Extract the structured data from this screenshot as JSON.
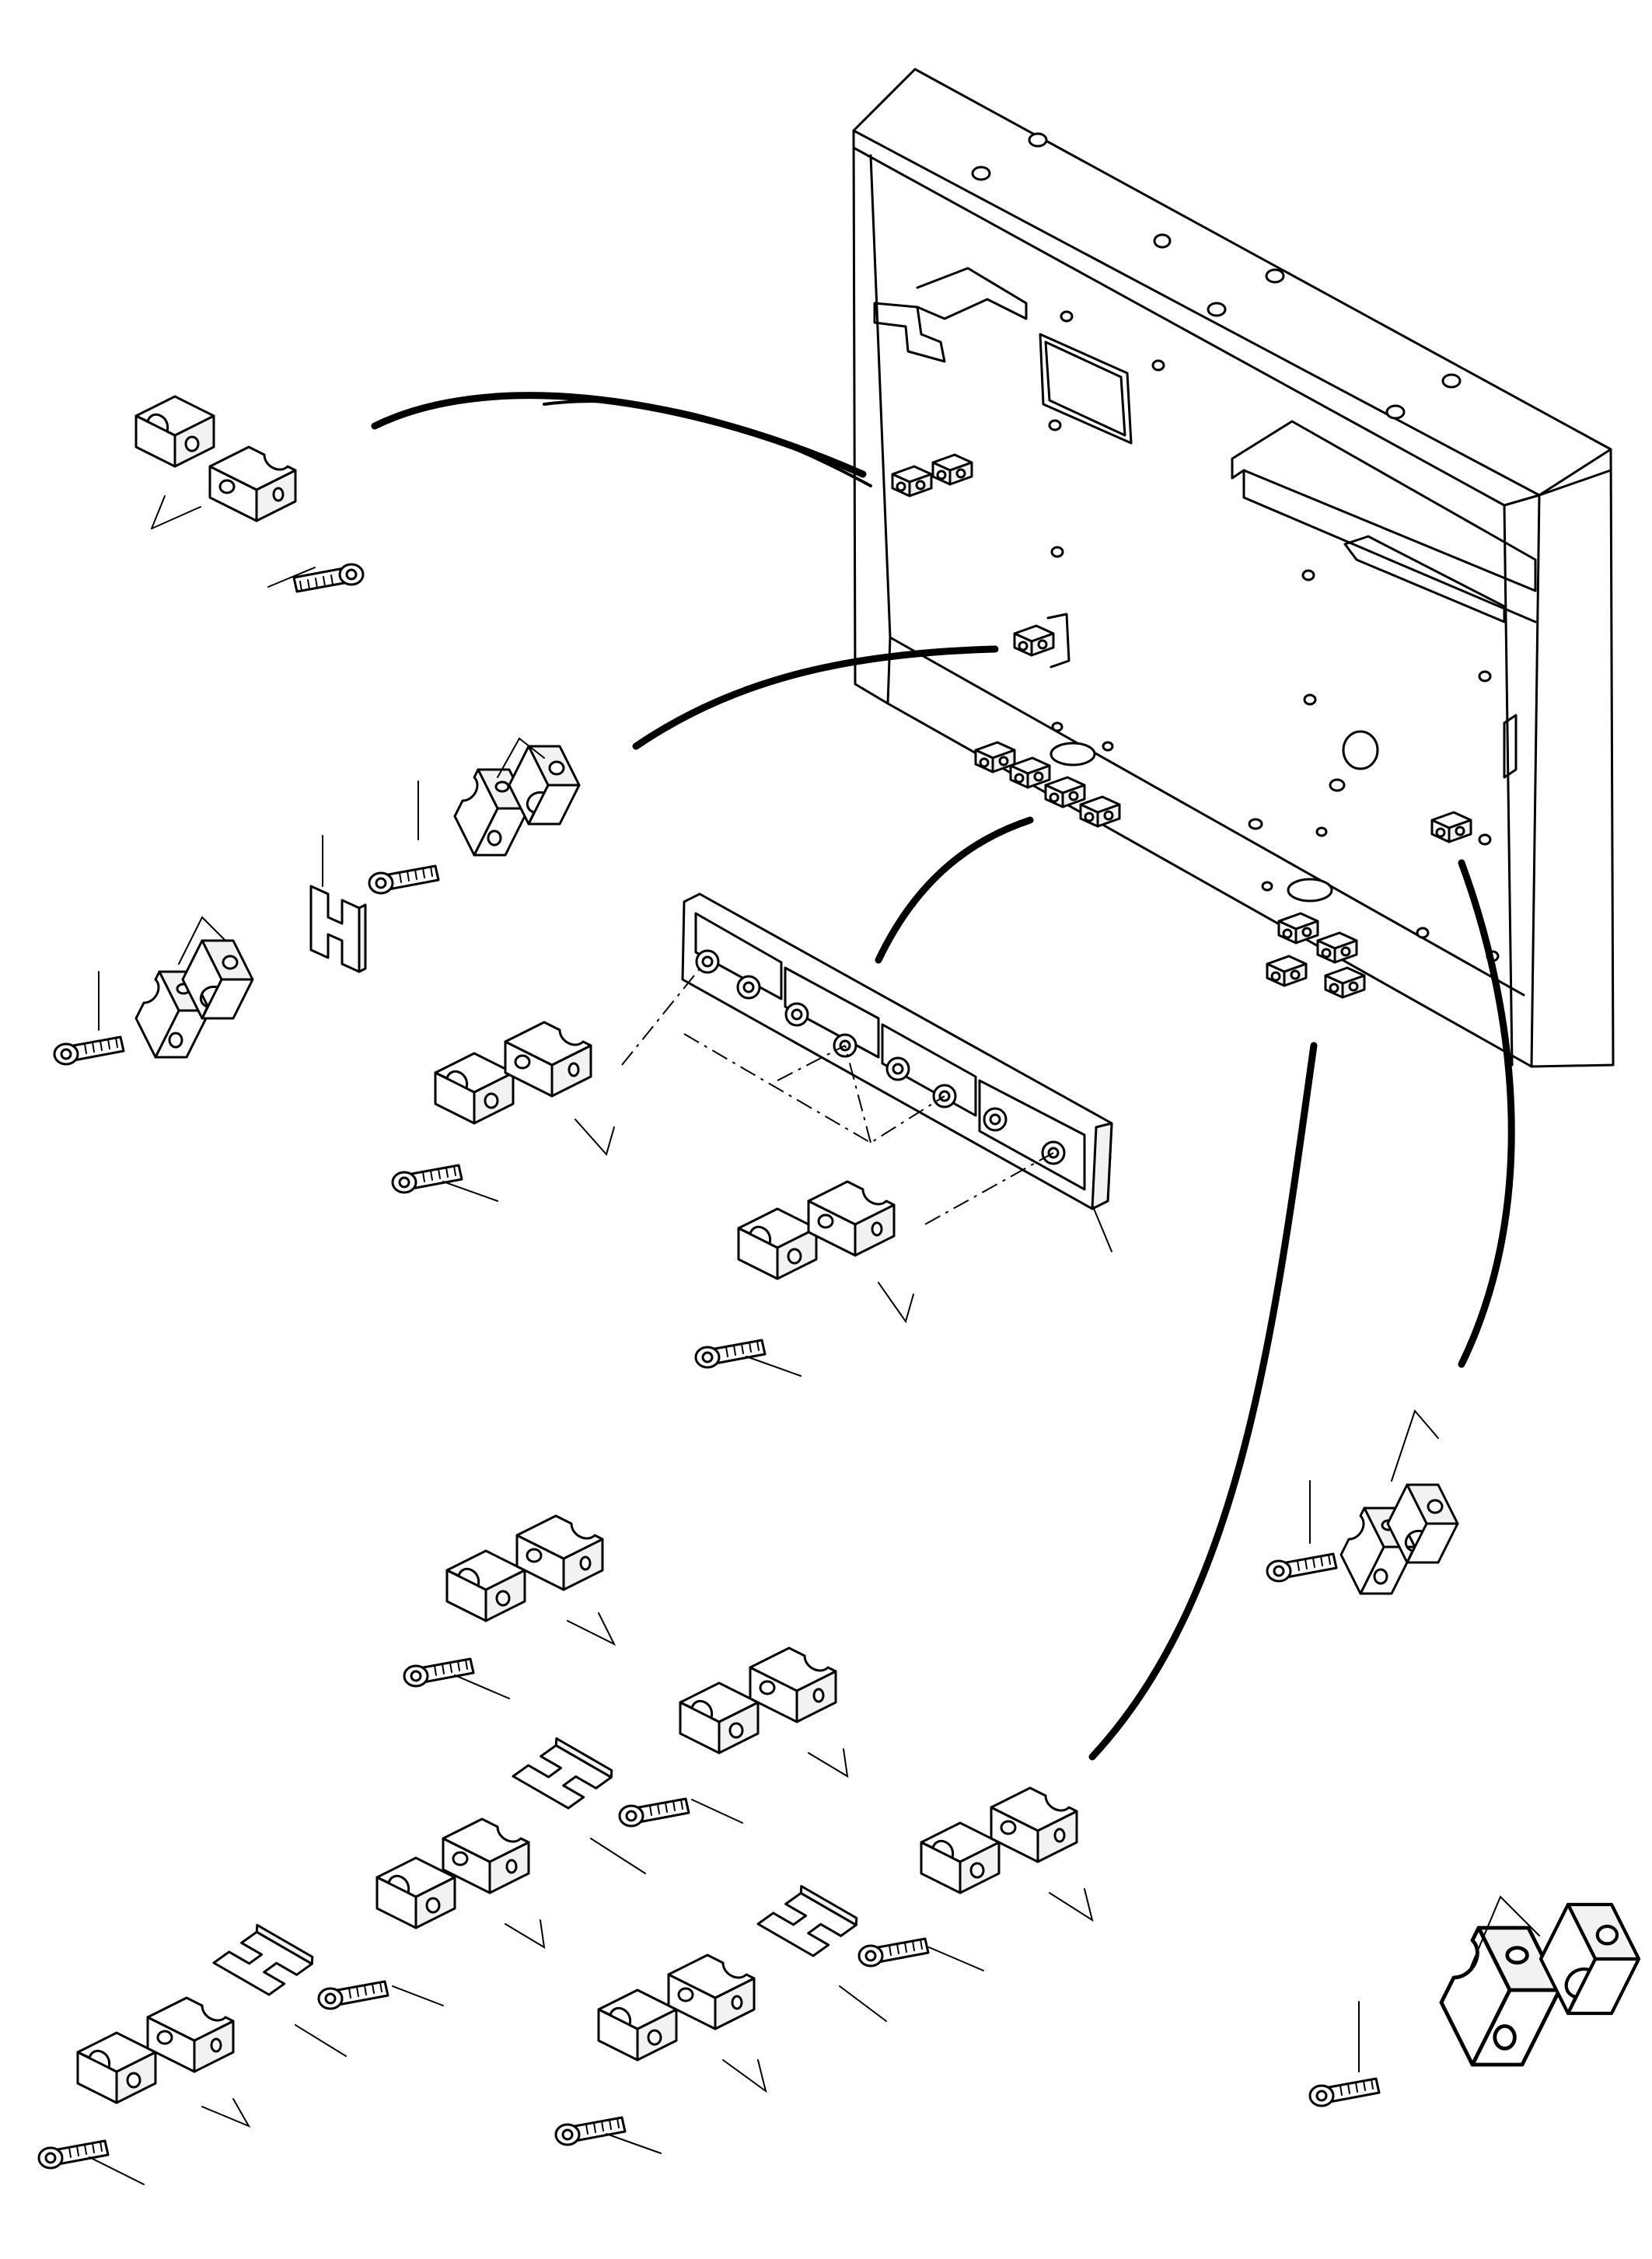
{
  "figure": {
    "type": "exploded assembly drawing",
    "colors": {
      "line": "#000000",
      "background": "#ffffff",
      "shade": "#f2f2f2"
    },
    "icons": [
      "bracket-housing",
      "tube-clamp-half",
      "socket-head-screw",
      "h-spacer-plate",
      "clamp-rail-plate"
    ]
  }
}
